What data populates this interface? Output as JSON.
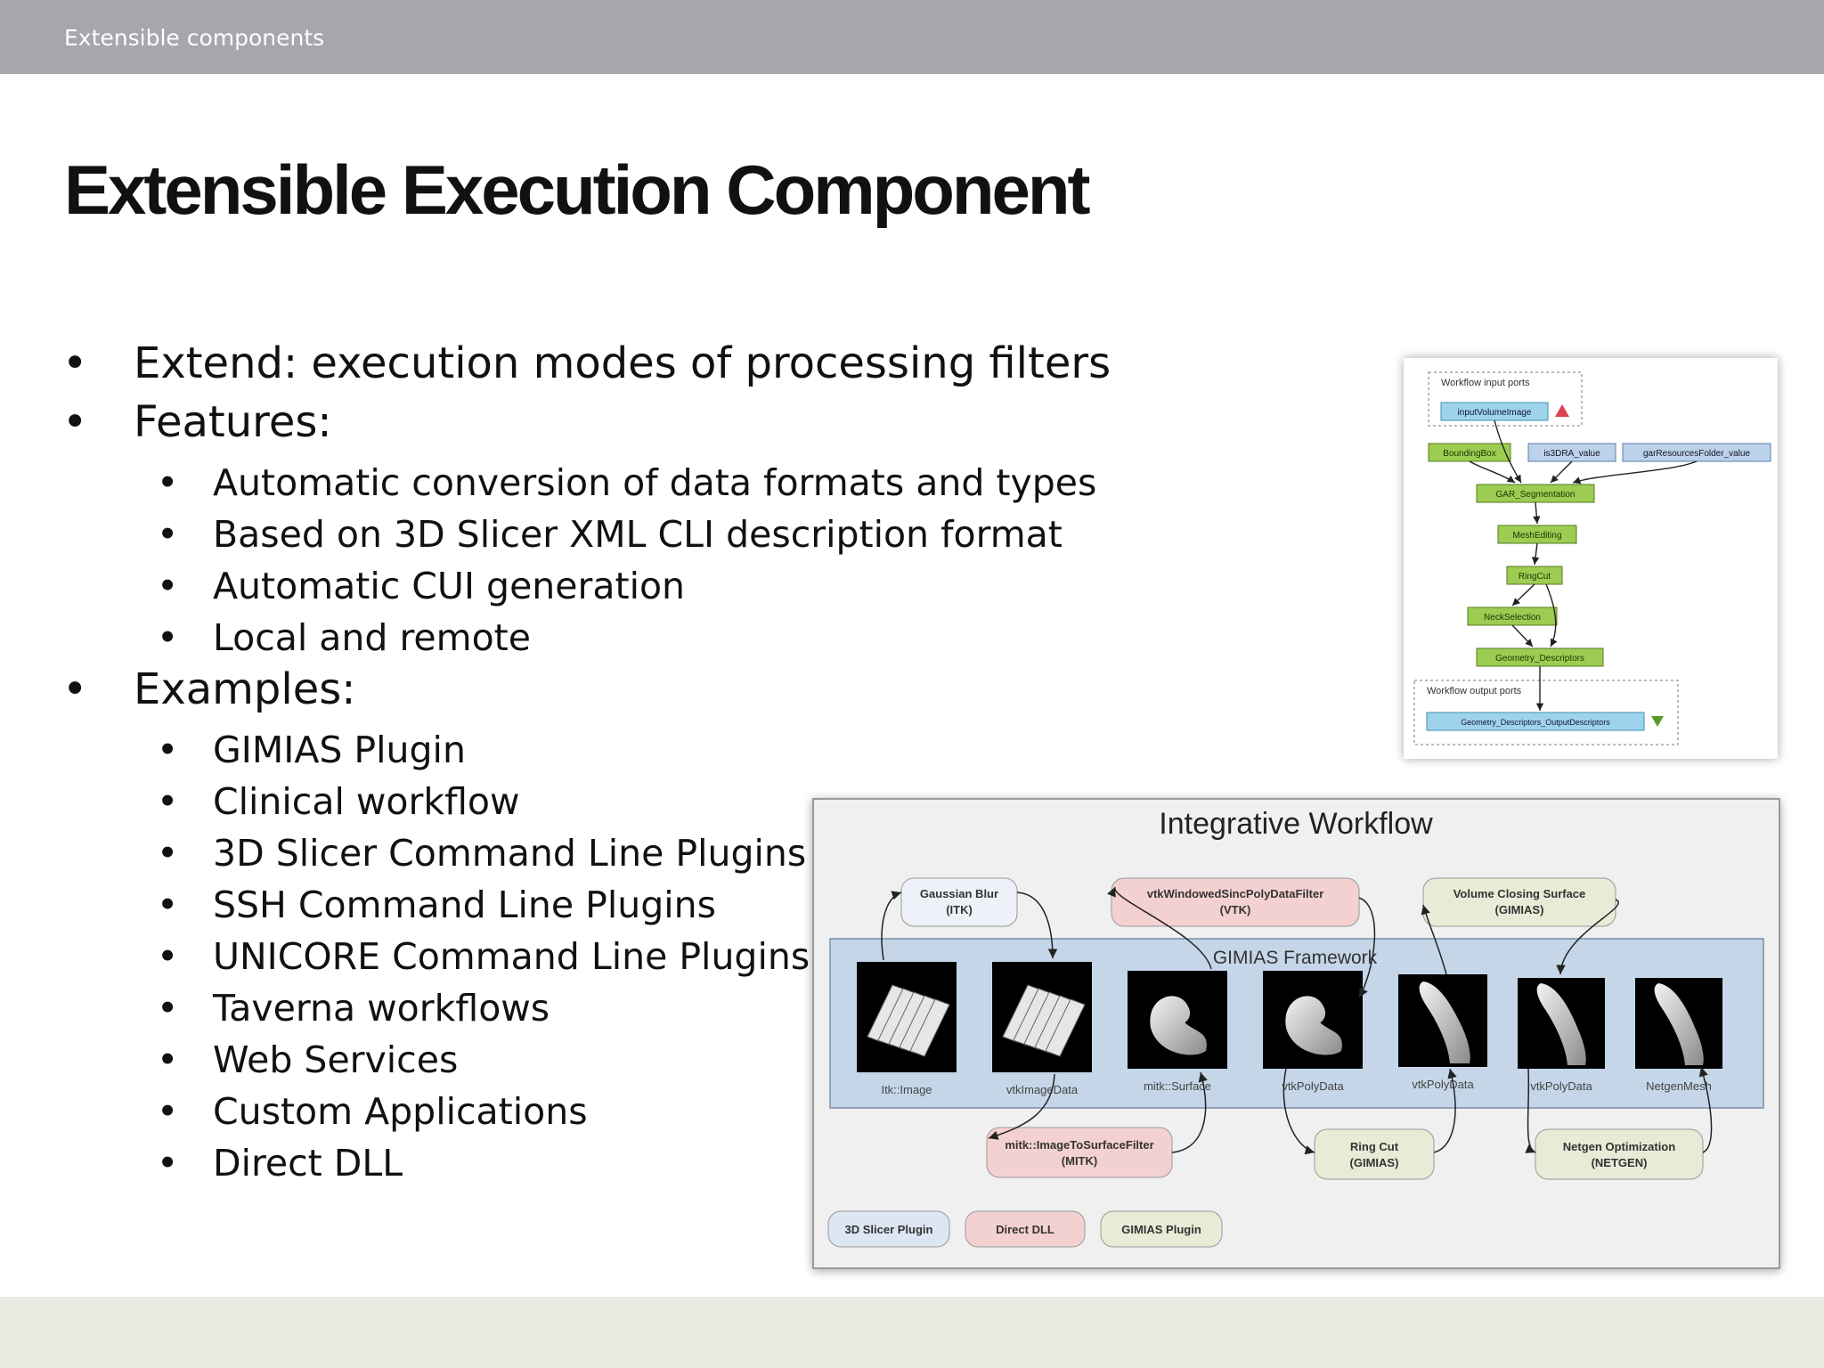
{
  "header": {
    "label": "Extensible components"
  },
  "title": "Extensible Execution Component",
  "bullets": [
    {
      "level": 1,
      "text": "Extend: execution modes of processing filters"
    },
    {
      "level": 1,
      "text": "Features:"
    },
    {
      "level": 2,
      "text": "Automatic conversion of data formats and types"
    },
    {
      "level": 2,
      "text": "Based on 3D Slicer XML CLI description format"
    },
    {
      "level": 2,
      "text": "Automatic CUI generation"
    },
    {
      "level": 2,
      "text": "Local and remote"
    },
    {
      "level": 1,
      "text": "Examples:"
    },
    {
      "level": 2,
      "text": "GIMIAS Plugin"
    },
    {
      "level": 2,
      "text": "Clinical workflow"
    },
    {
      "level": 2,
      "text": "3D Slicer Command Line Plugins"
    },
    {
      "level": 2,
      "text": "SSH Command Line Plugins"
    },
    {
      "level": 2,
      "text": "UNICORE Command Line Plugins"
    },
    {
      "level": 2,
      "text": "Taverna workflows"
    },
    {
      "level": 2,
      "text": "Web Services"
    },
    {
      "level": 2,
      "text": "Custom Applications"
    },
    {
      "level": 2,
      "text": "Direct DLL"
    }
  ],
  "small_workflow": {
    "input_group_label": "Workflow input ports",
    "input_port": "inputVolumeImage",
    "nodes": [
      "BoundingBox",
      "is3DRA_value",
      "garResourcesFolder_value",
      "GAR_Segmentation",
      "MeshEditing",
      "RingCut",
      "NeckSelection",
      "Geometry_Descriptors"
    ],
    "output_group_label": "Workflow output ports",
    "output_port": "Geometry_Descriptors_OutputDescriptors"
  },
  "integrative_workflow": {
    "title": "Integrative Workflow",
    "framework_label": "GIMIAS Framework",
    "filters_top": [
      {
        "name": "Gaussian Blur",
        "source": "(ITK)"
      },
      {
        "name": "vtkWindowedSincPolyDataFilter",
        "source": "(VTK)"
      },
      {
        "name": "Volume Closing Surface",
        "source": "(GIMIAS)"
      }
    ],
    "filters_bottom": [
      {
        "name": "mitk::ImageToSurfaceFilter",
        "source": "(MITK)"
      },
      {
        "name": "Ring Cut",
        "source": "(GIMIAS)"
      },
      {
        "name": "Netgen Optimization",
        "source": "(NETGEN)"
      }
    ],
    "data_items": [
      "Itk::Image",
      "vtkImageData",
      "mitk::Surface",
      "vtkPolyData",
      "vtkPolyData",
      "vtkPolyData",
      "NetgenMesh"
    ],
    "legend": [
      "3D Slicer Plugin",
      "Direct DLL",
      "GIMIAS Plugin"
    ],
    "colors": {
      "slicer": "#dde6f3",
      "dll": "#f4d1d1",
      "gimias": "#e6ecd6",
      "framework": "#c5d6e8",
      "green_node": "#9ccc52",
      "blue_port": "#9fd3ec"
    }
  }
}
